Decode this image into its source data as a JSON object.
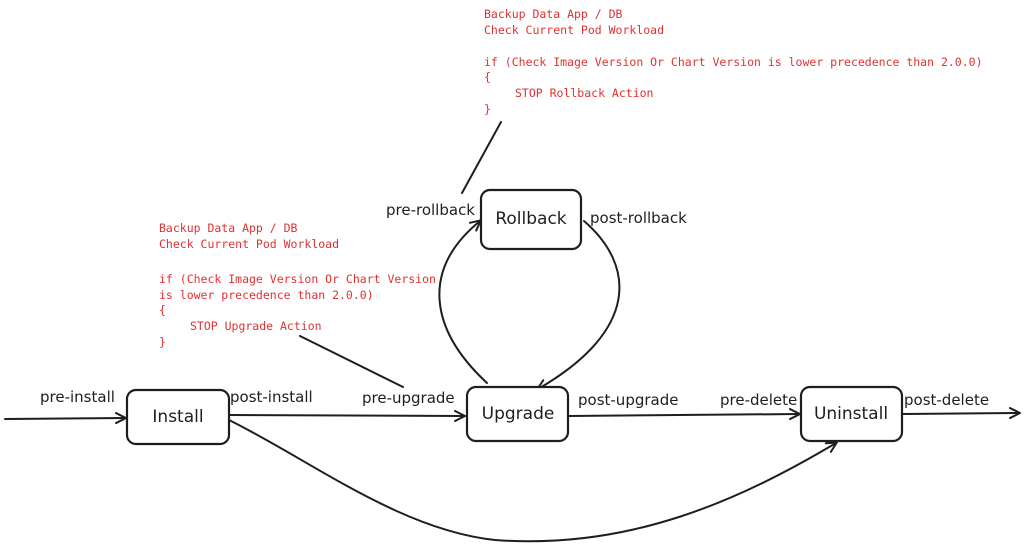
{
  "nodes": {
    "install": "Install",
    "upgrade": "Upgrade",
    "rollback": "Rollback",
    "uninstall": "Uninstall"
  },
  "edges": {
    "pre_install": "pre-install",
    "post_install": "post-install",
    "pre_upgrade": "pre-upgrade",
    "post_upgrade": "post-upgrade",
    "pre_delete": "pre-delete",
    "post_delete": "post-delete",
    "pre_rollback": "pre-rollback",
    "post_rollback": "post-rollback"
  },
  "notes": {
    "rollback": {
      "line1": "Backup Data App / DB",
      "line2": "Check Current Pod Workload",
      "line3": "if (Check Image Version Or Chart Version is lower precedence than 2.0.0)",
      "line4": "{",
      "line5": "STOP Rollback Action",
      "line6": "}"
    },
    "upgrade": {
      "line1": "Backup Data App / DB",
      "line2": "Check Current Pod Workload",
      "line3": "if (Check Image Version Or Chart Version",
      "line4": "is lower precedence than 2.0.0)",
      "line5": "{",
      "line6": "STOP Upgrade Action",
      "line7": "}"
    }
  },
  "colors": {
    "stroke": "#1e1e1e",
    "note": "#e03131",
    "background": "#ffffff"
  }
}
